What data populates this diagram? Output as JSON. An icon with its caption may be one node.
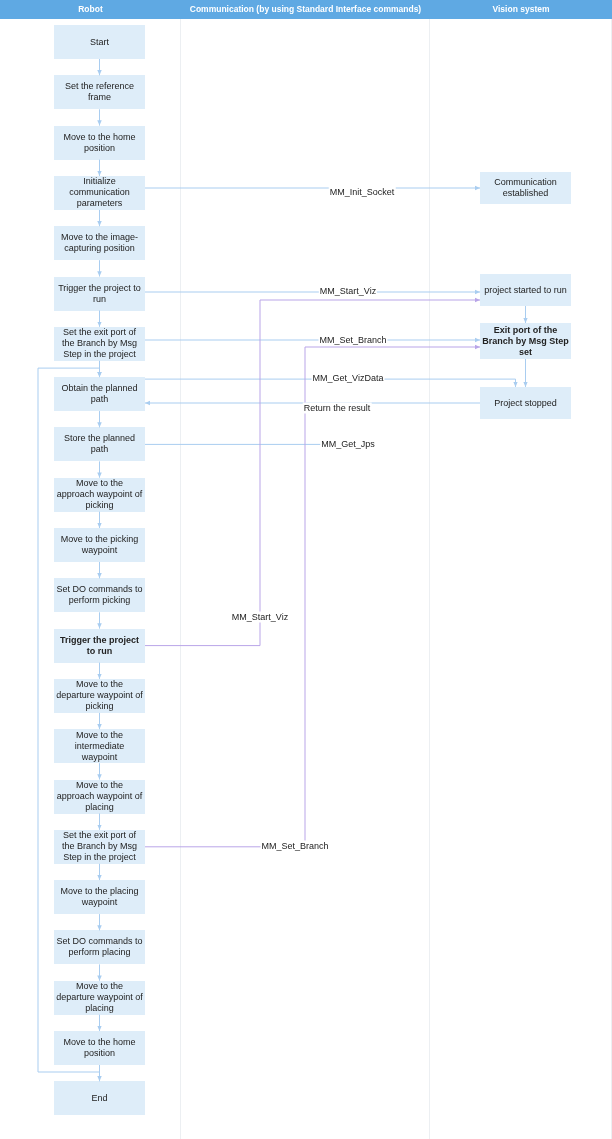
{
  "diagram": {
    "nodes": [
      {
        "text": [
          "Start"
        ]
      },
      {
        "text": [
          "Set the reference frame"
        ]
      },
      {
        "text": [
          "Move to the home position"
        ]
      },
      {
        "text": [
          "Initialize communication parameters"
        ]
      },
      {
        "text": [
          "Move to the image-capturing position"
        ]
      },
      {
        "text": [
          "Trigger the project to run"
        ]
      },
      {
        "text": [
          "Set the exit port of the Branch by Msg Step in the project"
        ]
      },
      {
        "text": [
          "Obtain the planned path"
        ]
      },
      {
        "text": [
          "Store the planned path"
        ]
      },
      {
        "text": [
          "Move to the approach waypoint of picking"
        ]
      },
      {
        "text": [
          "Move to the picking waypoint"
        ]
      },
      {
        "text": [
          "Set DO commands to perform picking"
        ]
      },
      {
        "text": [
          "Trigger the project to run"
        ]
      },
      {
        "text": [
          "Move to the departure waypoint of picking"
        ]
      },
      {
        "text": [
          "Move to the intermediate waypoint"
        ]
      },
      {
        "text": [
          "Move to the approach waypoint of placing"
        ]
      },
      {
        "text": [
          "Set the exit port of the Branch by Msg Step in the project"
        ]
      },
      {
        "text": [
          "Move to the placing waypoint"
        ]
      },
      {
        "text": [
          "Set DO commands to perform placing"
        ]
      },
      {
        "text": [
          "Move to the departure waypoint of placing"
        ]
      },
      {
        "text": [
          "Move to the home position"
        ]
      },
      {
        "text": [
          "End"
        ]
      },
      {
        "text": [
          "Communication established"
        ]
      },
      {
        "text": [
          "project started to run"
        ]
      },
      {
        "text": [
          "Exit port of the Branch by Msg Step set"
        ]
      },
      {
        "text": [
          "Project stopped"
        ]
      }
    ],
    "edges": [
      {
        "from": 0,
        "to": 1,
        "arrow": "to"
      },
      {
        "from": 1,
        "to": 2,
        "arrow": "to"
      },
      {
        "from": 2,
        "to": 3,
        "arrow": "to"
      },
      {
        "from": 3,
        "to": 4,
        "arrow": "to"
      },
      {
        "from": 4,
        "to": 5,
        "arrow": "to"
      },
      {
        "from": 5,
        "to": 6,
        "arrow": "to"
      },
      {
        "from": 6,
        "to": 7,
        "arrow": "to"
      },
      {
        "from": 7,
        "to": 8,
        "arrow": "to"
      },
      {
        "from": 8,
        "to": 9,
        "arrow": "to"
      },
      {
        "from": 9,
        "to": 10,
        "arrow": "to"
      },
      {
        "from": 10,
        "to": 11,
        "arrow": "to"
      },
      {
        "from": 11,
        "to": 12,
        "arrow": "to"
      },
      {
        "from": 12,
        "to": 13,
        "arrow": "to"
      },
      {
        "from": 13,
        "to": 14,
        "arrow": "to"
      },
      {
        "from": 14,
        "to": 15,
        "arrow": "to"
      },
      {
        "from": 15,
        "to": 16,
        "arrow": "to"
      },
      {
        "from": 16,
        "to": 17,
        "arrow": "to"
      },
      {
        "from": 17,
        "to": 18,
        "arrow": "to"
      },
      {
        "from": 18,
        "to": 19,
        "arrow": "to"
      },
      {
        "from": 19,
        "to": 20,
        "arrow": "to"
      },
      {
        "from": 20,
        "to": 21,
        "arrow": "to"
      },
      {
        "from": 20,
        "to": 7,
        "arrow": "to"
      },
      {
        "from": 3,
        "to": 22,
        "arrow": "to",
        "label": "MM_Init_Socket"
      },
      {
        "from": 5,
        "to": 23,
        "arrow": "to",
        "label": "MM_Start_Viz"
      },
      {
        "from": 6,
        "to": 24,
        "arrow": "to",
        "label": "MM_Set_Branch"
      },
      {
        "from": 7,
        "to": 25,
        "arrow": "to",
        "label": "MM_Get_VizData"
      },
      {
        "from": 25,
        "to": 7,
        "arrow": "to",
        "label": "Return the result"
      },
      {
        "from": 8,
        "to": null,
        "arrow": "none",
        "label": "MM_Get_Jps"
      },
      {
        "from": 23,
        "to": 24,
        "arrow": "to"
      },
      {
        "from": 24,
        "to": 25,
        "arrow": "to"
      },
      {
        "from": 12,
        "to": 23,
        "arrow": "to",
        "label": "MM_Start_Viz",
        "color": "#b9a5e8"
      },
      {
        "from": 16,
        "to": 24,
        "arrow": "to",
        "label": "MM_Set_Branch",
        "color": "#b9a5e8"
      }
    ],
    "labels": [
      "Robot",
      "Communication (by using Standard Interface commands)",
      "Vision system"
    ]
  }
}
